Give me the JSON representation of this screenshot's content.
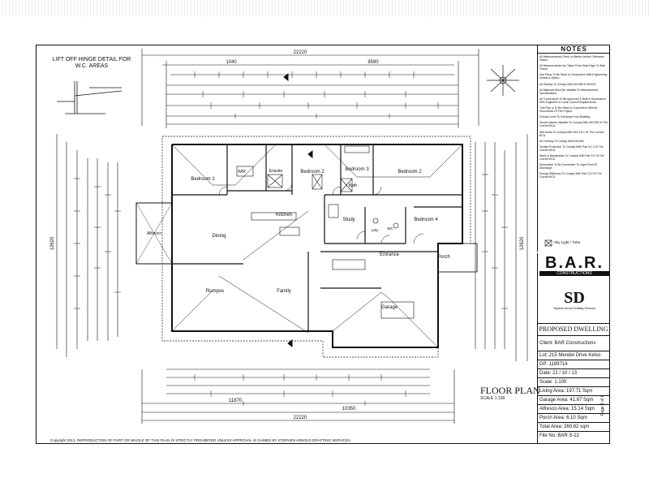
{
  "notes": {
    "heading": "NOTES",
    "items": [
      "All Measurements Given In Metres Unless Otherwise Stated.",
      "All Measurements Are Taken From Slab Edge Or Wall Frame.",
      "Use Plans To Be Read In Conjunction With Engineering Details & Specs.",
      "All Glazing To Comply With AS1288 & AS2047.",
      "All Materials Must Be Installed To Manufacturers Specifications.",
      "All Construction To Be Approved & Built In Accordance With Engineers & Local Council Requirements.",
      "This Plan Is To Be Read In Conjunction With All Documents Of The Project.",
      "Ground Level To Fall Away From Building.",
      "Smoke Alarms Installed To Comply With AS3786 Of The Current BCA.",
      "Wet Areas To Comply With Part 3.8.1 Of The Current BCA.",
      "All Framing To Comply With AS1684.",
      "Termite Protection To Comply With Part 3.1.3 Of The Current BCA.",
      "Stairs & Balustrades To Comply With Part 3.9 Of The Current BCA.",
      "Stormwater To Be Connected To Legal Point Of Discharge.",
      "Energy Efficiency To Comply With Part 3.12 Of The Current BCA."
    ],
    "legend": "Sky Light / Tube"
  },
  "header": {
    "lift_off_title": "LIFT OFF HINGE DETAIL FOR W.C. AREAS"
  },
  "rooms": {
    "bedroom1": "Bedroom 1",
    "wir": "WIR",
    "ensuite": "Ensuite",
    "bedroom2": "Bedroom 2",
    "bedroom3": "Bedroom 3",
    "bedroom4": "Bedroom 4",
    "bath": "Bath",
    "kitchen": "Kitchen",
    "dining": "Dining",
    "alfresco": "Alfresco",
    "rumpus": "Rumpus",
    "family": "Family",
    "study": "Study",
    "entrance": "Entrance",
    "porch": "Porch",
    "garage": "Garage",
    "wc": "WC",
    "ldry": "Ldry"
  },
  "dims": {
    "overall_top": "22220",
    "top_a": "1040",
    "top_b": "8590",
    "overall_bottom": "22220",
    "bottom_a": "11870",
    "bottom_b": "10350",
    "left_a": "12620",
    "right_a": "12620"
  },
  "title_block": {
    "company": "B.A.R.",
    "company_sub": "CONSTRUCTIONS",
    "designer_mark": "SD",
    "designer_name": "Stephen Arnold Drafting Services",
    "proposed": "PROPOSED DWELLING",
    "client": "Client: BAR Constructions",
    "lot": "Lot: 215 Mendel Drive Kelso",
    "job": "DP: 1189714",
    "date": "Date: 22 / 10 / 13",
    "scale": "Scale: 1:100",
    "living": "Living Area: 197.71 Sqm",
    "garage": "Garage Area: 41.67 Sqm",
    "alfresco": "Alfresco Area: 15.14 Sqm",
    "porch": "Porch Area: 6.10 Sqm",
    "total": "Total Area: 260.62 sqm",
    "file": "File No: BAR S-22",
    "sheet": "Page 1 of 6"
  },
  "drawing": {
    "title": "FLOOR PLAN",
    "scale": "SCALE 1:100"
  },
  "footer": {
    "copyright": "Copyright 2013. REPRODUCTION OF PART OR WHOLE OF THIS PLAN IS STRICTLY PROHIBITED UNLESS APPROVAL IS GAINED BY STEPHEN ARNOLD DRAFTING SERVICES."
  }
}
